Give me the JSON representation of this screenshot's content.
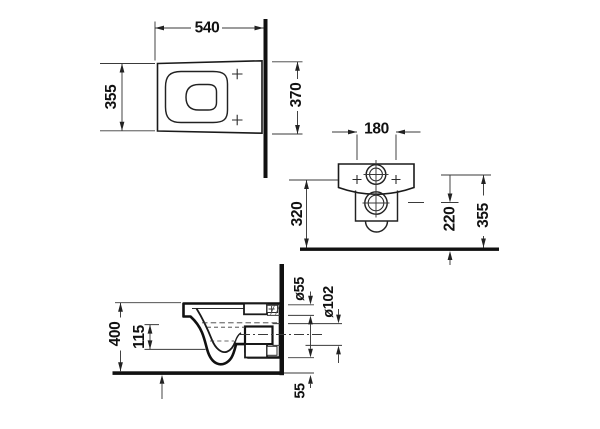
{
  "drawing": {
    "views": {
      "top": {
        "width": "540",
        "front_width": "355",
        "side_width": "370"
      },
      "rear": {
        "hole_spacing": "180",
        "height": "320",
        "outlet_height": "220",
        "inlet_height": "355"
      },
      "side": {
        "rim_height": "400",
        "inner_depth": "115",
        "inlet_diameter": "ø55",
        "outlet_diameter": "ø102",
        "floor_clearance": "55"
      }
    }
  }
}
